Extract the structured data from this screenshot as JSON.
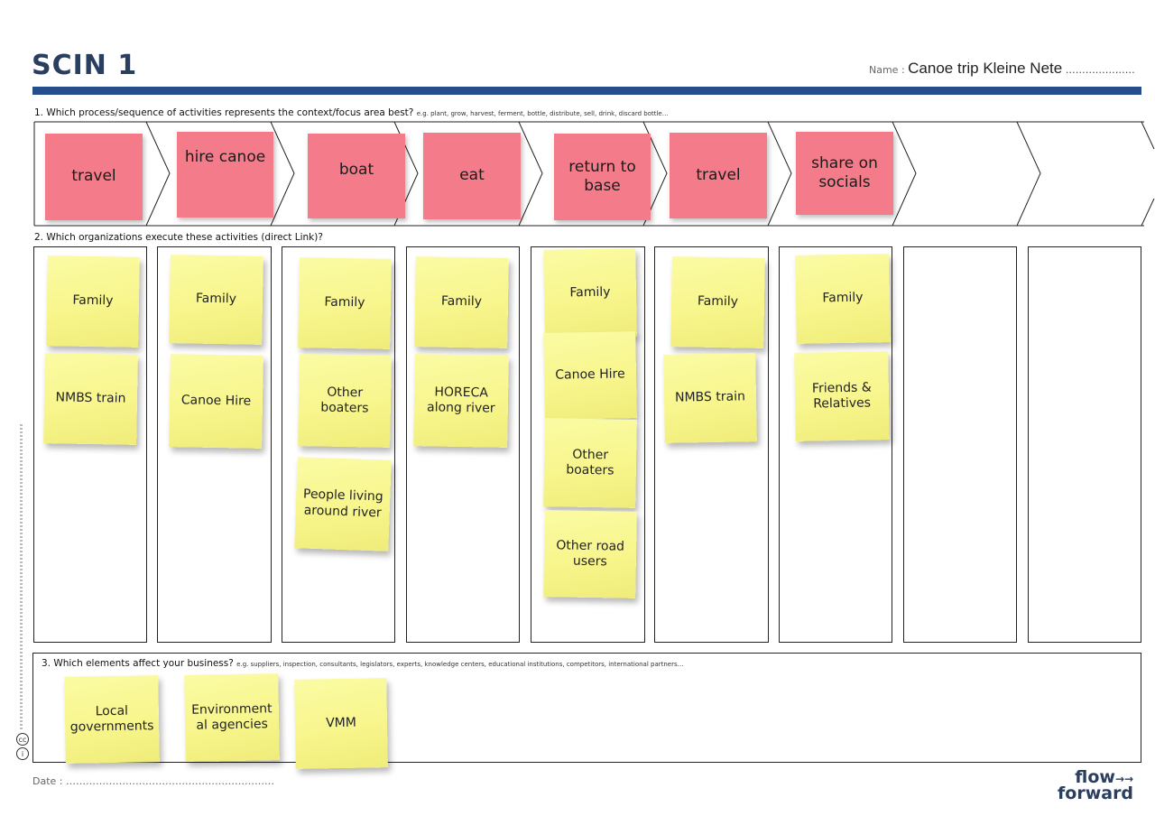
{
  "header": {
    "title": "SCIN 1",
    "name_label": "Name :",
    "name_value": "Canoe trip Kleine Nete",
    "name_dots": "…………………"
  },
  "questions": {
    "q1": "1. Which process/sequence of activities represents the context/focus area best?",
    "q1_eg": "e.g. plant, grow, harvest, ferment, bottle, distribute, sell, drink, discard bottle…",
    "q2": "2. Which organizations execute  these activities (direct Link)?",
    "q3": "3. Which elements affect your business?",
    "q3_eg": "e.g. suppliers, inspection, consultants, legislators, experts, knowledge centers, educational institutions, competitors, international partners…"
  },
  "activities": [
    {
      "label": "travel"
    },
    {
      "label": "hire canoe"
    },
    {
      "label": "boat"
    },
    {
      "label": "eat"
    },
    {
      "label": "return to base"
    },
    {
      "label": "travel"
    },
    {
      "label": "share on socials"
    }
  ],
  "organizations": [
    [
      "Family",
      "NMBS train"
    ],
    [
      "Family",
      "Canoe Hire"
    ],
    [
      "Family",
      "Other boaters",
      "People living around river"
    ],
    [
      "Family",
      "HORECA along river"
    ],
    [
      "Family",
      "Canoe Hire",
      "Other boaters",
      "Other road users"
    ],
    [
      "Family",
      "NMBS train"
    ],
    [
      "Family",
      "Friends & Relatives"
    ],
    [],
    []
  ],
  "elements": [
    "Local governments",
    "Environment al agencies",
    "VMM"
  ],
  "footer": {
    "date_label": "Date :",
    "date_dots": "………………………………………………………",
    "logo_line1": "flow",
    "logo_line2": "forward"
  },
  "colors": {
    "header_rule": "#274e8c",
    "activity_note": "#f47b8a",
    "organization_note": "#f7f58a",
    "title": "#2a3f5f"
  },
  "icons": [
    "creative-commons-icon",
    "attribution-icon",
    "flow-arrows-icon"
  ]
}
